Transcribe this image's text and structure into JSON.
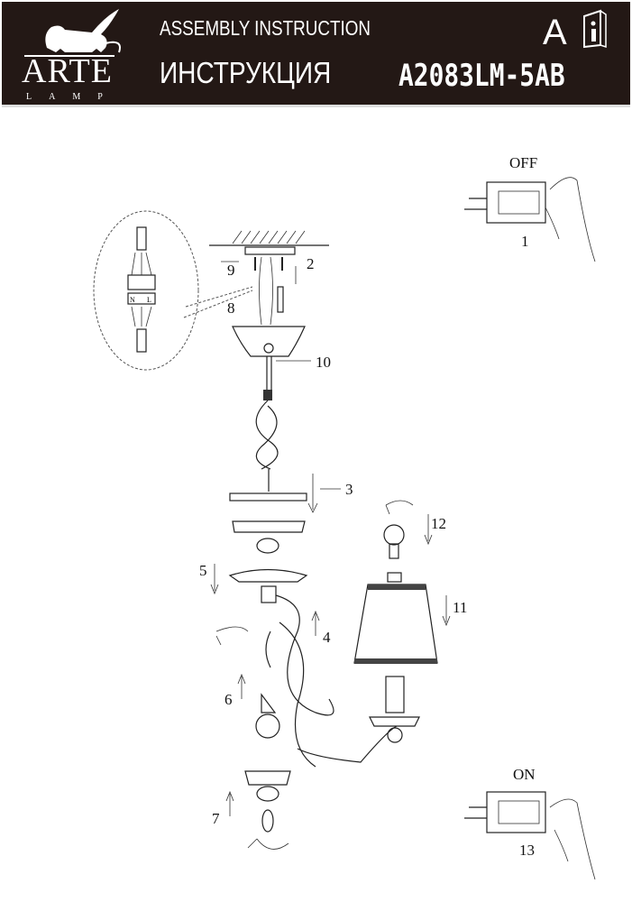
{
  "header": {
    "brand": "ARTE",
    "brand_sub": "LAMP",
    "title_en": "ASSEMBLY INSTRUCTION",
    "title_ru": "ИНСТРУКЦИЯ",
    "language": "A",
    "model": "A2083LM-5AB"
  },
  "diagram": {
    "switch_off": "OFF",
    "switch_on": "ON",
    "connector": {
      "neutral": "N",
      "live": "L"
    },
    "callouts": [
      "1",
      "2",
      "3",
      "4",
      "5",
      "6",
      "7",
      "8",
      "9",
      "10",
      "11",
      "12",
      "13"
    ]
  }
}
